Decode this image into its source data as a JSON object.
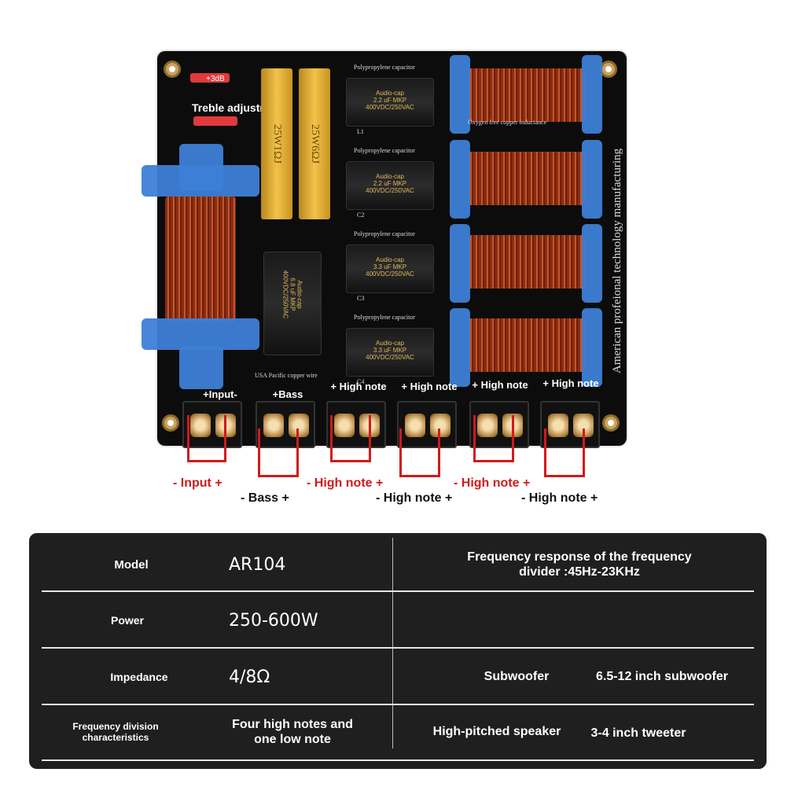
{
  "board": {
    "treble_gain": "+3dB",
    "treble_label": "Treble adjustment",
    "resistors": [
      "25W1ΩJ",
      "25W6ΩJ"
    ],
    "capacitor_title": "Polypropylene capacitor",
    "capacitors": [
      {
        "brand": "Audio-cap",
        "value": "2.2 uF MKP",
        "rating": "400VDC/250VAC",
        "mark": "L1"
      },
      {
        "brand": "Audio-cap",
        "value": "2.2 uF MKP",
        "rating": "400VDC/250VAC",
        "mark": "C2"
      },
      {
        "brand": "Audio-cap",
        "value": "3.3 uF MKP",
        "rating": "400VDC/250VAC",
        "mark": "C3"
      },
      {
        "brand": "Audio-cap",
        "value": "3.3 uF MKP",
        "rating": "400VDC/250VAC",
        "mark": "C4"
      }
    ],
    "big_cap": {
      "brand": "Audio-cap",
      "value": "6.8 uF MKP",
      "rating": "400VDC/250VAC"
    },
    "inductance_label": "Oxygen free copper inductance",
    "wire_label": "USA Pacific copper wire",
    "side_text": "American profeional technology manufacturing",
    "terminals": [
      {
        "top": "+Input-",
        "bottom": "- Input +",
        "color": "red"
      },
      {
        "top": "+Bass",
        "bottom": "- Bass +",
        "color": "black"
      },
      {
        "top": "+ High note",
        "bottom": "- High note +",
        "color": "red"
      },
      {
        "top": "+ High note",
        "bottom": "- High note +",
        "color": "black"
      },
      {
        "top": "+ High note",
        "bottom": "- High note +",
        "color": "red"
      },
      {
        "top": "+ High note",
        "bottom": "- High note +",
        "color": "black"
      }
    ]
  },
  "specs": {
    "model_label": "Model",
    "model": "AR104",
    "power_label": "Power",
    "power": "250-600W",
    "impedance_label": "Impedance",
    "impedance": "4/8Ω",
    "division_label": "Frequency division characteristics",
    "division": "Four high notes and one low note",
    "frequency": "Frequency response of the frequency divider :45Hz-23KHz",
    "subwoofer_label": "Subwoofer",
    "subwoofer": "6.5-12 inch subwoofer",
    "tweeter_label": "High-pitched speaker",
    "tweeter": "3-4 inch tweeter"
  }
}
